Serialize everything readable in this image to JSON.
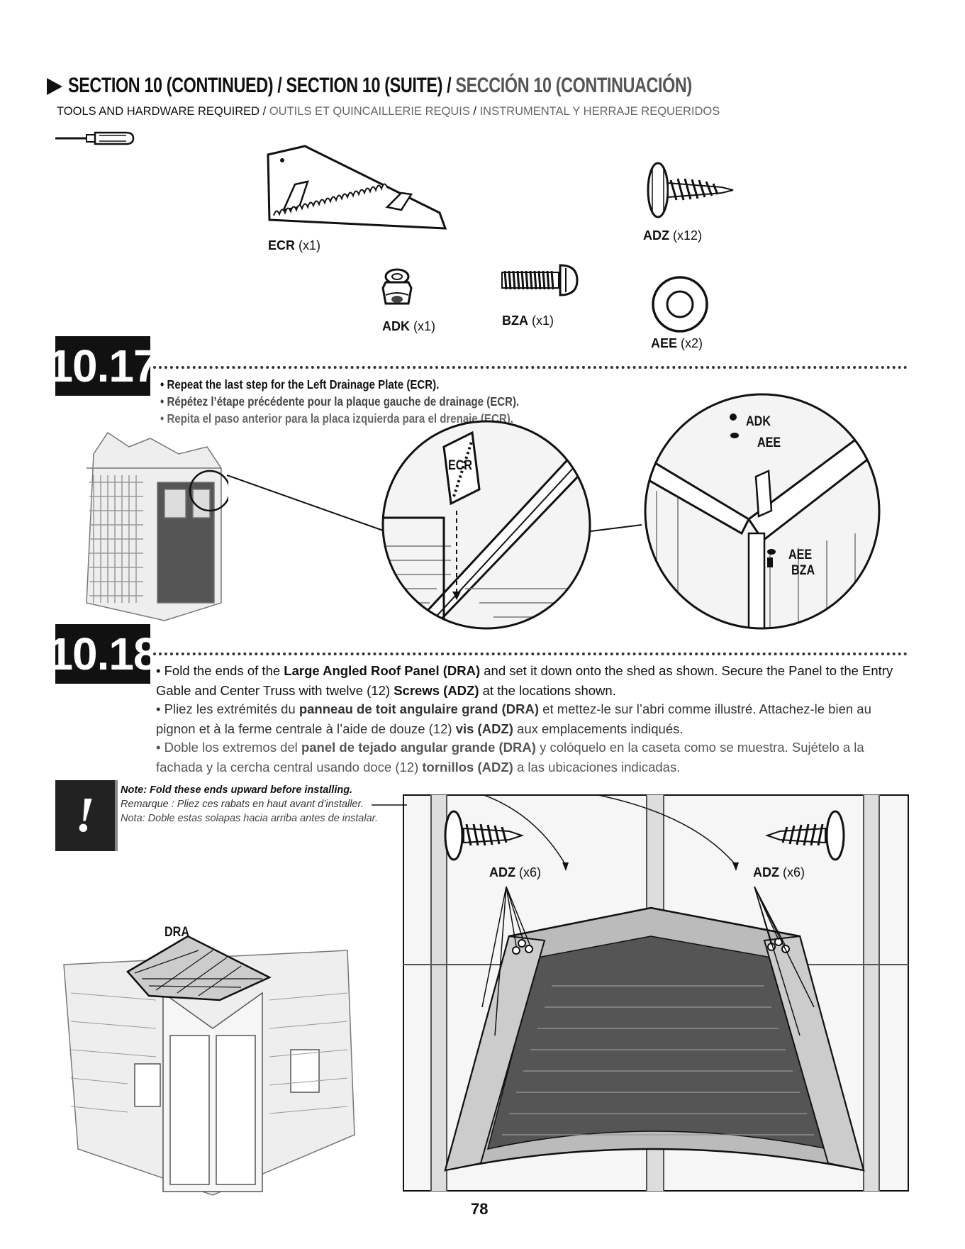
{
  "header": {
    "title_en": "SECTION 10 (CONTINUED)",
    "title_fr": "SECTION 10 (SUITE)",
    "title_es": "SECCIÓN 10 (CONTINUACIÓN)",
    "separator": " / ",
    "tools_en": "TOOLS AND HARDWARE REQUIRED",
    "tools_fr": "OUTILS ET QUINCAILLERIE REQUIS",
    "tools_es": "INSTRUMENTAL Y HERRAJE REQUERIDOS"
  },
  "parts": {
    "ecr": {
      "code": "ECR",
      "qty": "(x1)"
    },
    "adz": {
      "code": "ADZ",
      "qty": "(x12)"
    },
    "adk": {
      "code": "ADK",
      "qty": "(x1)"
    },
    "bza": {
      "code": "BZA",
      "qty": "(x1)"
    },
    "aee": {
      "code": "AEE",
      "qty": "(x2)"
    }
  },
  "step_1017": {
    "number": "10.17",
    "en": "• Repeat the last step for the Left Drainage Plate (ECR).",
    "fr": "• Répétez l’étape précédente pour la plaque gauche de drainage (ECR).",
    "es": "• Repita el paso anterior para la placa izquierda para el drenaje (ECR).",
    "callout_ecr": "ECR",
    "callout_adk": "ADK",
    "callout_aee1": "AEE",
    "callout_aee2": "AEE",
    "callout_bza": "BZA"
  },
  "step_1018": {
    "number": "10.18",
    "en_1": "• Fold the ends of the ",
    "en_b1": "Large Angled Roof Panel (DRA)",
    "en_2": " and set it down onto the shed as shown. Secure the Panel to the Entry Gable and Center Truss with twelve (12) ",
    "en_b2": "Screws (ADZ)",
    "en_3": " at the locations shown.",
    "fr_1": "• Pliez les extrémités du ",
    "fr_b1": "panneau de toit angulaire grand (DRA)",
    "fr_2": " et mettez-le sur l’abri comme illustré. Attachez-le bien au pignon et à la ferme centrale à l’aide de douze (12) ",
    "fr_b2": "vis (ADZ)",
    "fr_3": " aux emplacements indiqués.",
    "es_1": "• Doble los extremos del ",
    "es_b1": "panel de tejado angular grande (DRA)",
    "es_2": " y colóquelo en la caseta como se muestra. Sujételo a la fachada y la cercha central usando doce (12) ",
    "es_b2": "tornillos (ADZ)",
    "es_3": " a las ubicaciones indicadas.",
    "callout_dra": "DRA",
    "adz_left_code": "ADZ",
    "adz_left_qty": "(x6)",
    "adz_right_code": "ADZ",
    "adz_right_qty": "(x6)"
  },
  "note": {
    "symbol": "!",
    "en": "Note: Fold these ends upward before installing.",
    "fr": "Remarque : Pliez ces rabats en haut avant d’installer.",
    "es": "Nota: Doble estas solapas hacia arriba antes de instalar."
  },
  "footer": {
    "page_number": "78"
  },
  "icons": [
    "play-arrow-icon",
    "screwdriver-icon",
    "drainage-plate-icon",
    "screw-icon",
    "nut-icon",
    "bolt-icon",
    "washer-icon"
  ]
}
